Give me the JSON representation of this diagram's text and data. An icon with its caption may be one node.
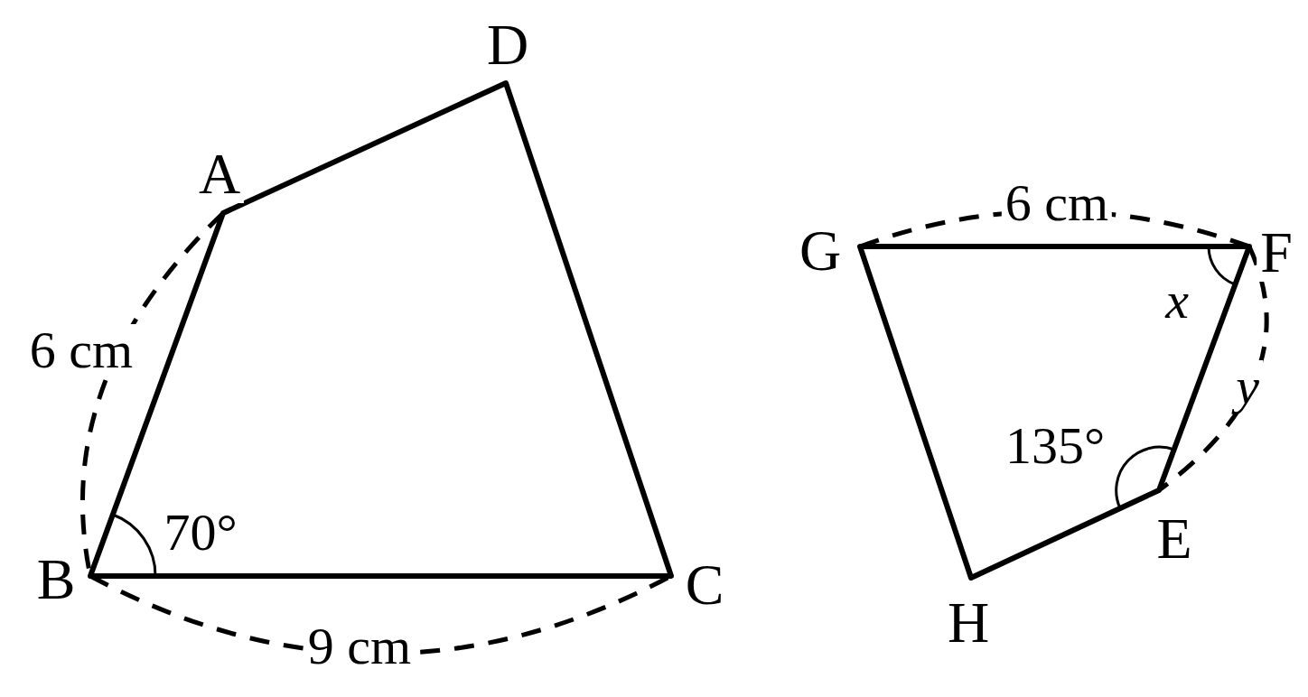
{
  "diagram": {
    "labels": [
      "D",
      "A",
      "6 cm",
      "70°",
      "B",
      "C",
      "9 cm",
      "6 cm",
      "G",
      "F",
      "x",
      "y",
      "135°",
      "E",
      "H"
    ]
  }
}
